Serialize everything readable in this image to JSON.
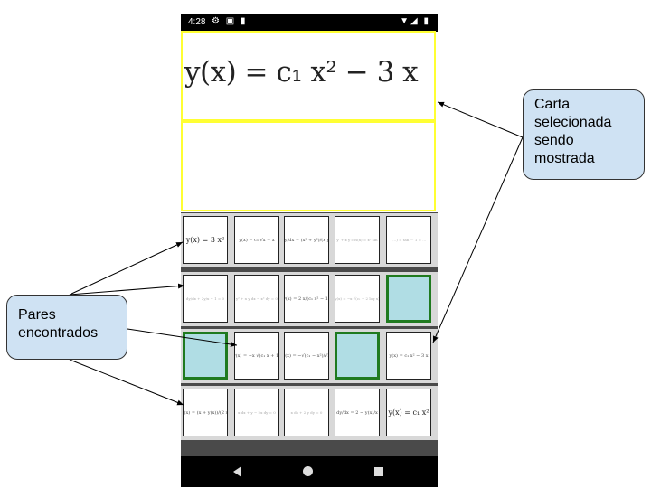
{
  "status_bar": {
    "time": "4:28",
    "left_icons": "⚙ ▣ ▮",
    "right_icons": "▼◢ ▮"
  },
  "selected_card": {
    "equation": "y(x) = c₁ x² − 3 x"
  },
  "cards": [
    [
      "y(x) = 3 x²",
      "y(x) = c₁ √x + x",
      "dy/dx = (x² + y²)/(x y)",
      "y′ + x y cos(x) = x² sin",
      "(…) = tan ⋯ 1 = …"
    ],
    [
      "dy/dx + 2y/x − 1 = 0",
      "y² + x y dx − x² dy = 0",
      "y(x) = 2 x/(c₁ x² − 1)",
      "y(x) = −x √(c₁ − 2 log x)",
      ""
    ],
    [
      "",
      "y(x) = −x √(c₁ x + 1)",
      "y(x) = −√(c₁ − x²)/√2",
      "",
      "y(x) = c₁ x² − 3 x"
    ],
    [
      "y′(x) = (x + y(x))/(2 x)",
      "x dx + y − 2x dy = 0",
      "x dx + 2 y dy = 0",
      "dy/dx = 2 − y(x)/x",
      "y(x) = c₁ x²"
    ]
  ],
  "found_cells": [
    [
      1,
      4
    ],
    [
      2,
      0
    ],
    [
      2,
      3
    ]
  ],
  "callouts": {
    "selected": "Carta selecionada sendo mostrada",
    "pairs": "Pares encontrados"
  },
  "colors": {
    "found_fill": "#b0dde4",
    "found_border": "#1f7a1f",
    "panel_border": "#ffff33",
    "callout_fill": "#cfe2f3"
  }
}
